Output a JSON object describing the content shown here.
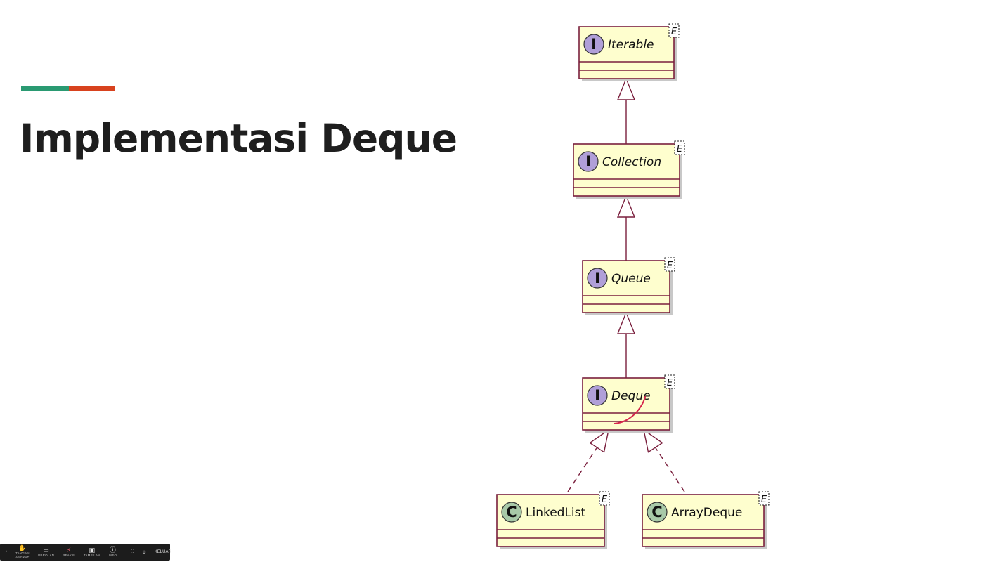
{
  "slide": {
    "title": "Implementasi Deque",
    "accent_colors": [
      "#2a9a72",
      "#d8421e"
    ]
  },
  "diagram": {
    "generic_param": "E",
    "classes": [
      {
        "id": "iterable",
        "name": "Iterable",
        "kind": "interface",
        "glyph": "I"
      },
      {
        "id": "collection",
        "name": "Collection",
        "kind": "interface",
        "glyph": "I"
      },
      {
        "id": "queue",
        "name": "Queue",
        "kind": "interface",
        "glyph": "I"
      },
      {
        "id": "deque",
        "name": "Deque",
        "kind": "interface",
        "glyph": "I"
      },
      {
        "id": "linkedlist",
        "name": "LinkedList",
        "kind": "class",
        "glyph": "C"
      },
      {
        "id": "arraydeque",
        "name": "ArrayDeque",
        "kind": "class",
        "glyph": "C"
      }
    ],
    "relations": [
      {
        "from": "collection",
        "to": "iterable",
        "type": "extends"
      },
      {
        "from": "queue",
        "to": "collection",
        "type": "extends"
      },
      {
        "from": "deque",
        "to": "queue",
        "type": "extends"
      },
      {
        "from": "linkedlist",
        "to": "deque",
        "type": "implements"
      },
      {
        "from": "arraydeque",
        "to": "deque",
        "type": "implements"
      }
    ],
    "colors": {
      "box_fill": "#fefece",
      "border": "#7a1f3d",
      "interface_circle": "#b09fd8",
      "class_circle": "#a8c9a8"
    }
  },
  "toolbar": {
    "items": [
      {
        "icon": "raise-hand-icon",
        "label": "TANGAN ANGKAT"
      },
      {
        "icon": "chat-icon",
        "label": "OBROLAN"
      },
      {
        "icon": "reactions-icon",
        "label": "REAKSI"
      },
      {
        "icon": "tiles-icon",
        "label": "TAMPILAN"
      },
      {
        "icon": "info-icon",
        "label": "INFO"
      }
    ],
    "exit_label": "KELUAR"
  }
}
